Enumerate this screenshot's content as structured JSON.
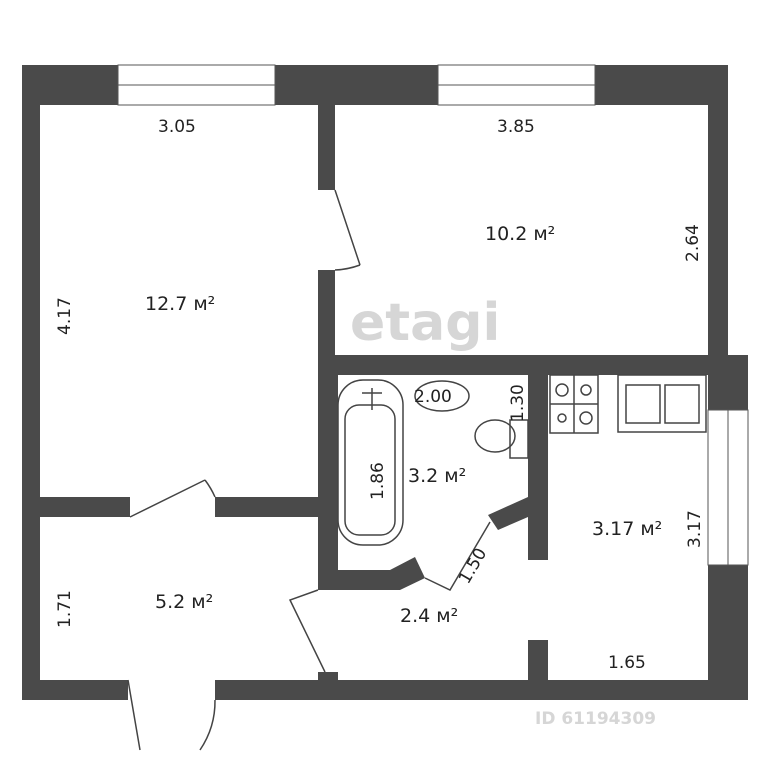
{
  "colors": {
    "wall": "#4a4a4a",
    "background": "#ffffff",
    "watermark": "#cccccc"
  },
  "rooms": [
    {
      "name": "room-1",
      "area": "12.7 м²",
      "dims": [
        "3.05",
        "4.17"
      ]
    },
    {
      "name": "room-2",
      "area": "10.2 м²",
      "dims": [
        "3.85",
        "2.64"
      ]
    },
    {
      "name": "bathroom",
      "area": "3.2 м²",
      "dims": [
        "2.00",
        "1.86",
        "1.30"
      ]
    },
    {
      "name": "kitchen",
      "area": "3.17 м²",
      "dims": [
        "3.17",
        "1.65"
      ]
    },
    {
      "name": "entry",
      "area": "5.2 м²",
      "dims": [
        "1.71"
      ]
    },
    {
      "name": "hallway",
      "area": "2.4 м²",
      "dims": [
        "1.50"
      ]
    }
  ],
  "watermark": {
    "logo": "etagi",
    "id": "ID 61194309"
  }
}
